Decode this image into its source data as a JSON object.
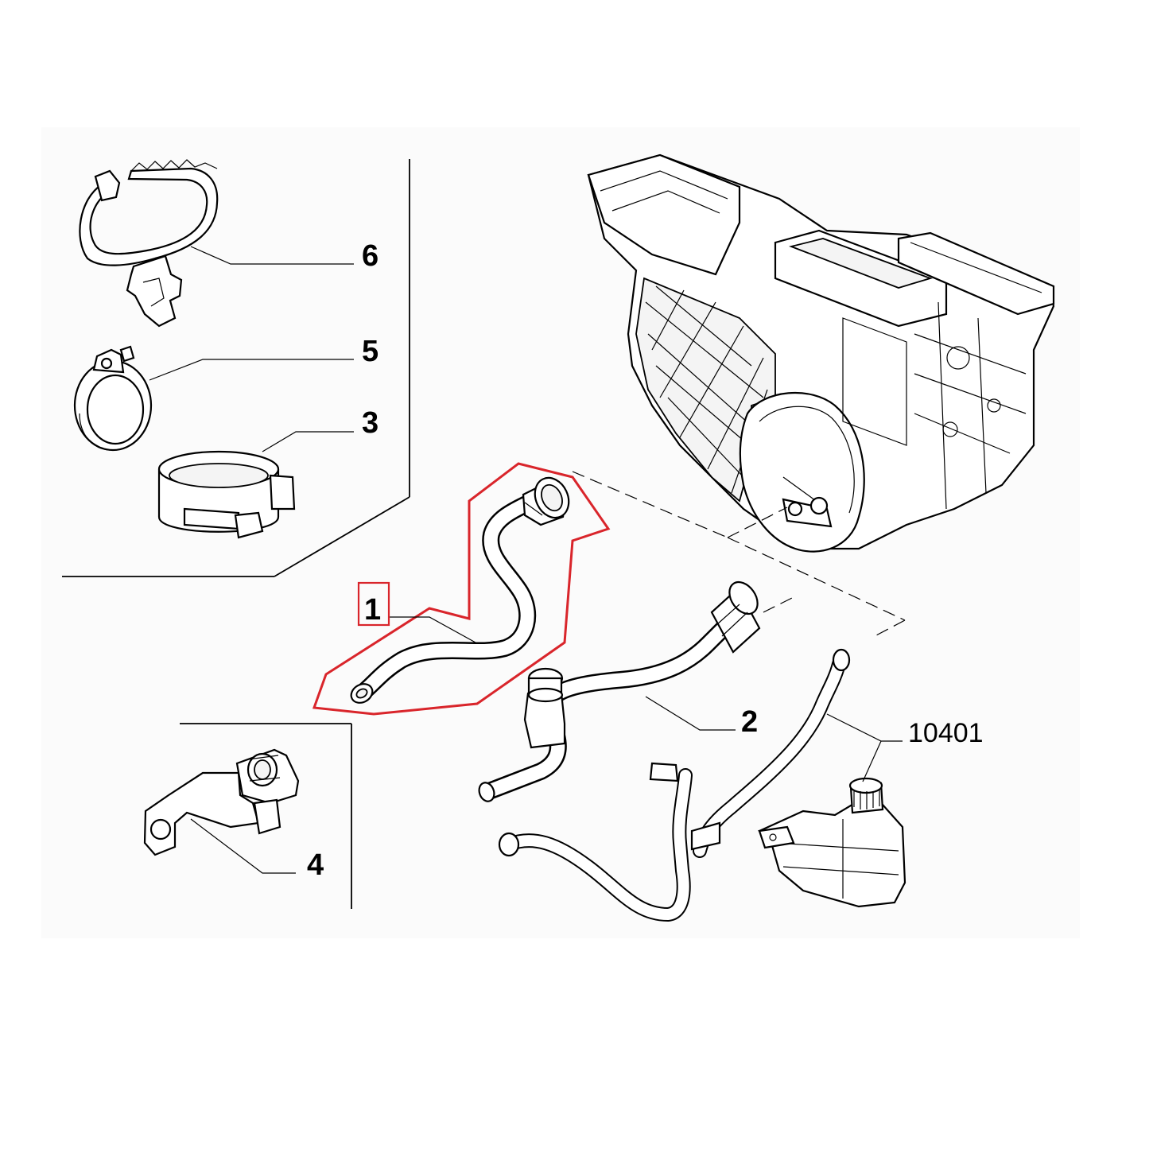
{
  "callouts": {
    "part_1": "1",
    "part_2": "2",
    "part_3": "3",
    "part_4": "4",
    "part_5": "5",
    "part_6": "6",
    "ref_group": "10401"
  },
  "highlight": {
    "part": "1",
    "color": "#d9252b"
  },
  "colors": {
    "line": "#000000",
    "background": "#ffffff",
    "sheet": "#fbfbfb",
    "highlight": "#d9252b"
  }
}
